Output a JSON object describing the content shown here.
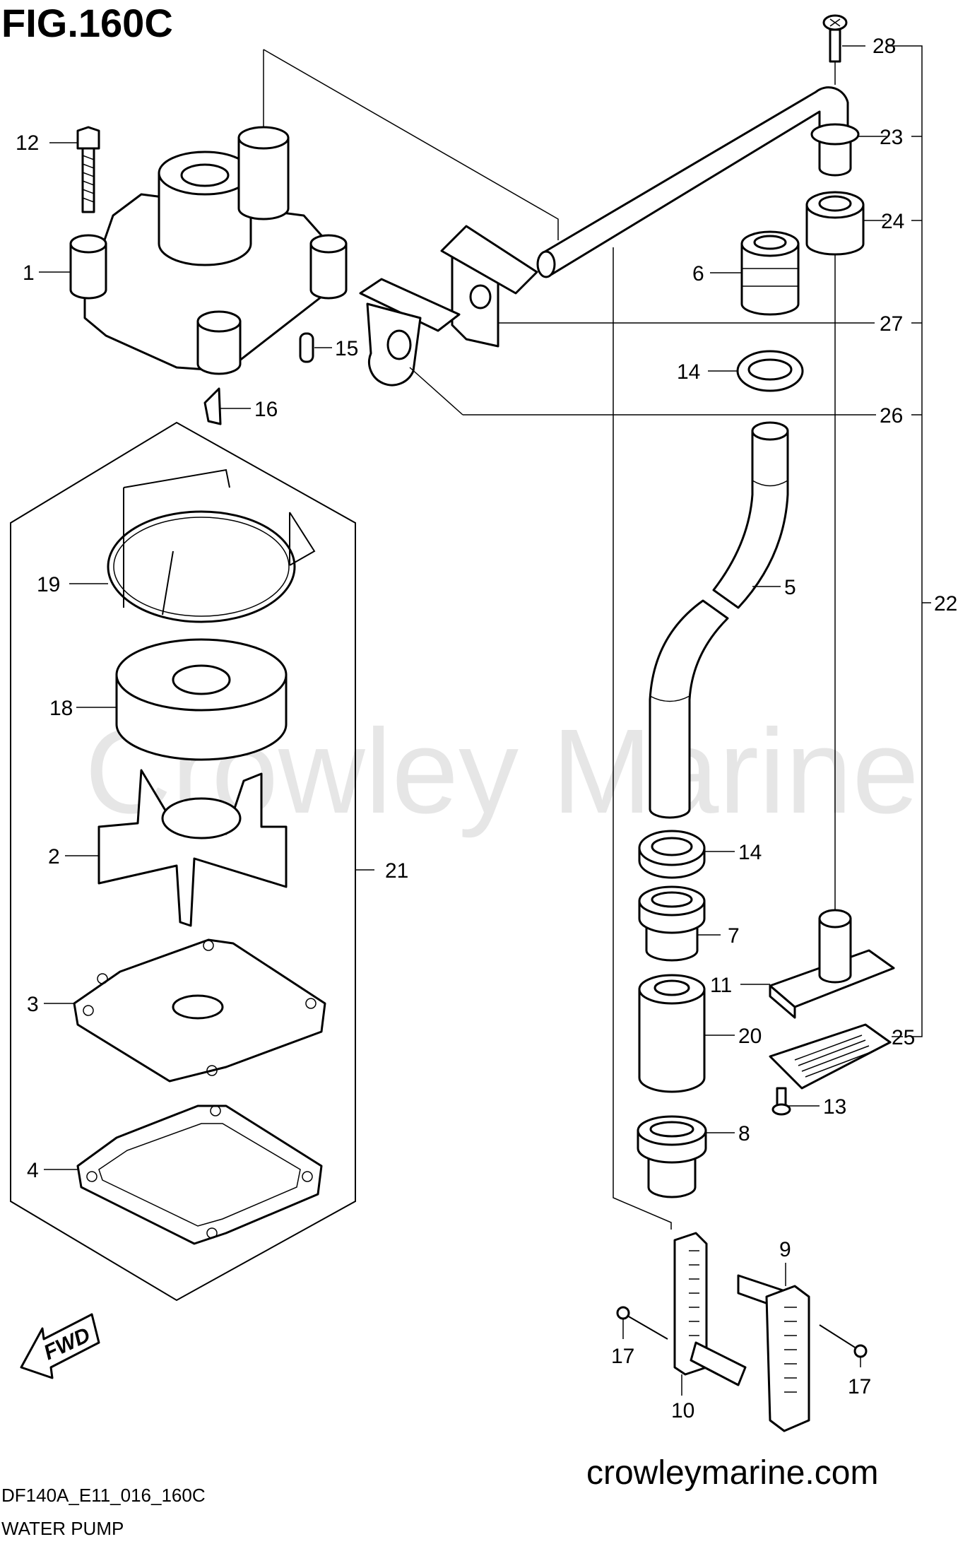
{
  "figure_title": "FIG.160C",
  "watermark": "Crowley Marine",
  "footer": {
    "code": "DF140A_E11_016_160C",
    "name": "WATER PUMP",
    "website": "crowleymarine.com"
  },
  "fwd_label": "FWD",
  "callouts": {
    "c1": "1",
    "c2": "2",
    "c3": "3",
    "c4": "4",
    "c5": "5",
    "c6": "6",
    "c7": "7",
    "c8": "8",
    "c9": "9",
    "c10": "10",
    "c11": "11",
    "c12": "12",
    "c13": "13",
    "c14a": "14",
    "c14b": "14",
    "c15": "15",
    "c16": "16",
    "c17a": "17",
    "c17b": "17",
    "c18": "18",
    "c19": "19",
    "c20": "20",
    "c21": "21",
    "c22": "22",
    "c23": "23",
    "c24": "24",
    "c25": "25",
    "c26": "26",
    "c27": "27",
    "c28": "28"
  }
}
